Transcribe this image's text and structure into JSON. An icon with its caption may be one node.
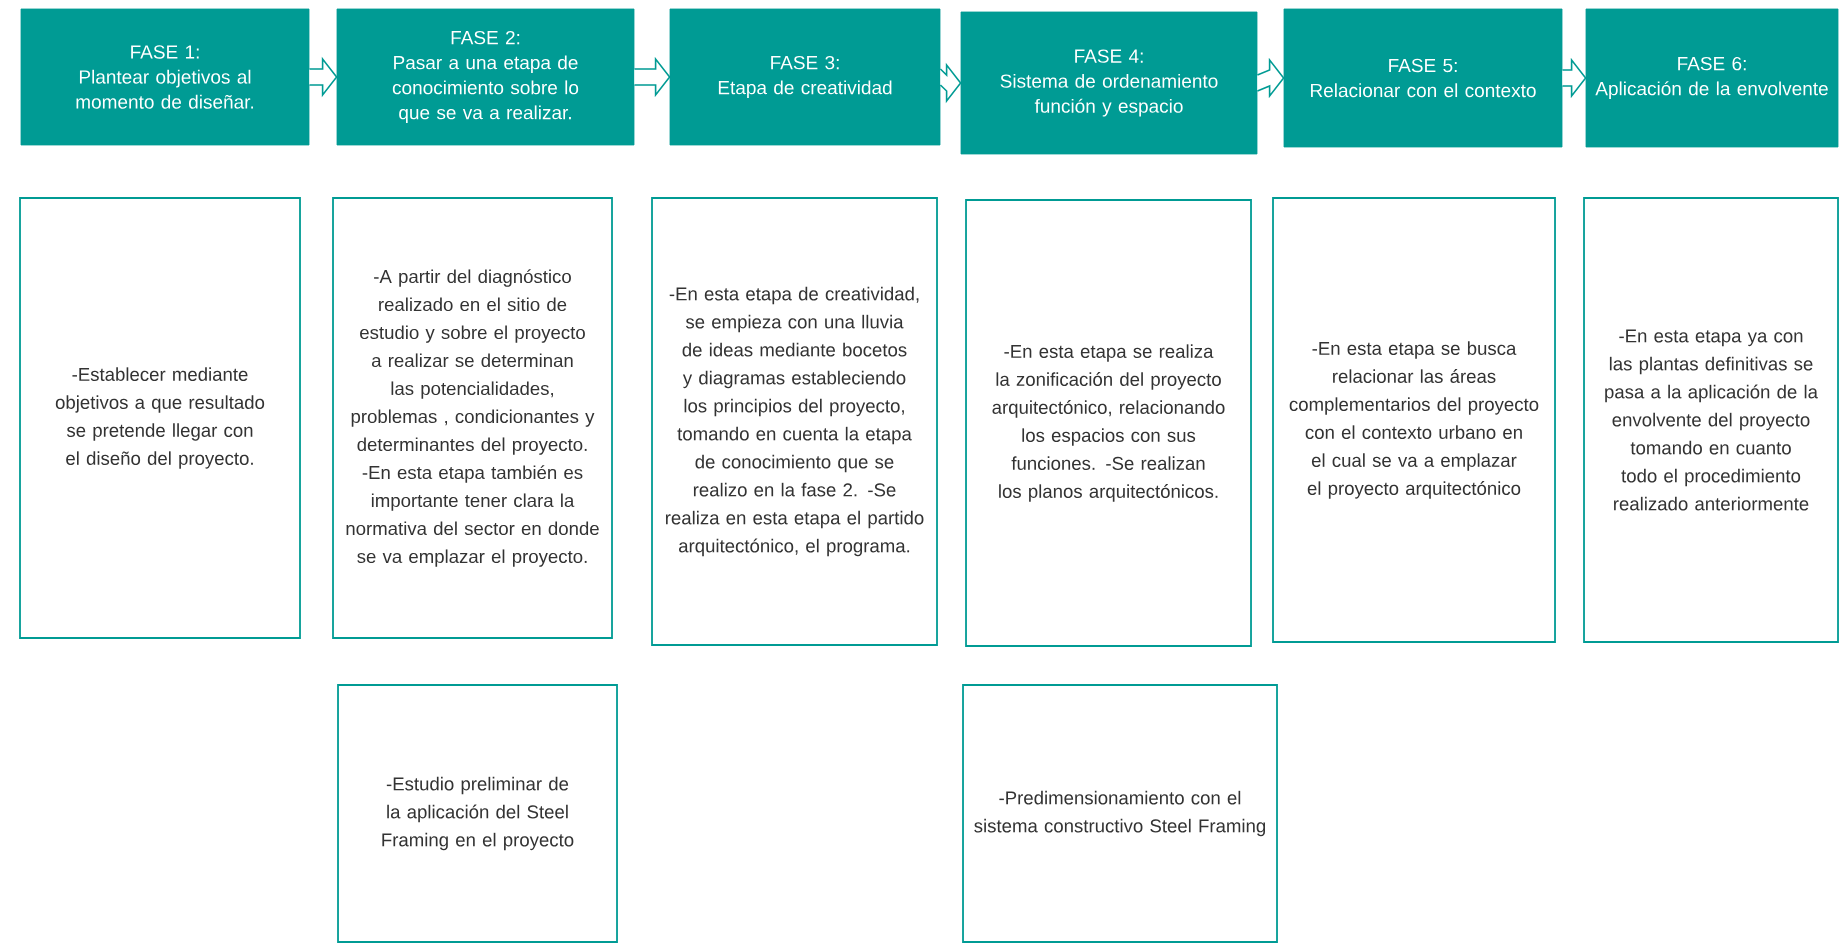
{
  "diagram": {
    "nodes": [
      {
        "text": [
          "FASE 1:",
          "Plantear objetivos al momento de diseñar."
        ]
      },
      {
        "text": [
          "FASE 2:",
          "Pasar a una etapa de conocimiento sobre lo que se va a realizar."
        ]
      },
      {
        "text": [
          "FASE 3:",
          "Etapa de creatividad"
        ]
      },
      {
        "text": [
          "FASE 4:",
          "Sistema de ordenamiento función y espacio"
        ]
      },
      {
        "text": [
          "FASE 5:",
          "Relacionar con el contexto"
        ]
      },
      {
        "text": [
          "FASE 6:",
          "Aplicación de la envolvente"
        ]
      },
      {
        "text": [
          "-Establecer mediante objetivos a que resultado se pretende llegar con el diseño del proyecto."
        ]
      },
      {
        "text": [
          "-A partir del diagnóstico realizado en el sitio de estudio y sobre el proyecto a realizar se determinan las potencialidades, problemas , condicionantes y determinantes del proyecto. -En esta etapa también es importante tener clara la normativa del sector en donde se va emplazar el proyecto."
        ]
      },
      {
        "text": [
          "-En esta etapa de creatividad, se  empieza con una lluvia de ideas mediante bocetos y diagramas estableciendo los principios del proyecto, tomando en cuenta la etapa de conocimiento que se realizo en la fase 2. -Se realiza en esta etapa el partido arquitectónico, el programa."
        ]
      },
      {
        "text": [
          "-En esta etapa se realiza la zonificación del proyecto arquitectónico, relacionando los espacios con sus funciones. -Se realizan los planos arquitectónicos."
        ]
      },
      {
        "text": [
          "-En esta etapa se busca relacionar las áreas complementarios del proyecto con el contexto urbano en el cual se va a emplazar el proyecto arquitectónico"
        ]
      },
      {
        "text": [
          "-En esta etapa ya con las plantas definitivas se pasa a la aplicación de la envolvente del proyecto tomando en cuanto todo el procedimiento realizado anteriormente"
        ]
      },
      {
        "text": [
          "-Estudio preliminar de la aplicación del Steel Framing en el proyecto"
        ]
      },
      {
        "text": [
          "-Predimensionamiento con el sistema constructivo Steel Framing"
        ]
      }
    ],
    "edges": [
      {
        "from": 0,
        "to": 1,
        "arrow": "to"
      },
      {
        "from": 1,
        "to": 2,
        "arrow": "to"
      },
      {
        "from": 2,
        "to": 3,
        "arrow": "to"
      },
      {
        "from": 3,
        "to": 4,
        "arrow": "to"
      },
      {
        "from": 4,
        "to": 5,
        "arrow": "to"
      }
    ]
  }
}
